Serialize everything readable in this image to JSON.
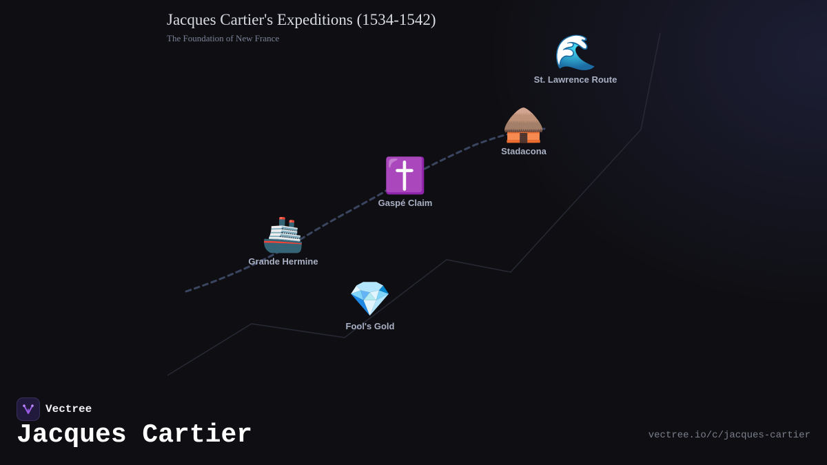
{
  "header": {
    "title": "Jacques Cartier's Expeditions (1534-1542)",
    "subtitle": "The Foundation of New France"
  },
  "nodes": [
    {
      "label": "St. Lawrence Route",
      "icon": "🌊",
      "icon_name": "wave-icon"
    },
    {
      "label": "Stadacona",
      "icon": "🛖",
      "icon_name": "hut-icon"
    },
    {
      "label": "Gaspé Claim",
      "icon": "✝️",
      "icon_name": "latin-cross-icon"
    },
    {
      "label": "Grande Hermine",
      "icon": "🚢",
      "icon_name": "ship-icon"
    },
    {
      "label": "Fool's Gold",
      "icon": "💎",
      "icon_name": "gem-icon"
    }
  ],
  "footer": {
    "brand_name": "Vectree",
    "page_title": "Jacques Cartier",
    "url": "vectree.io/c/jacques-cartier"
  },
  "colors": {
    "background": "#0f0f13",
    "path_dashed": "#3a4560",
    "outline": "#262833",
    "label": "#a9b0c3",
    "brand_accent": "#9b5de5"
  }
}
